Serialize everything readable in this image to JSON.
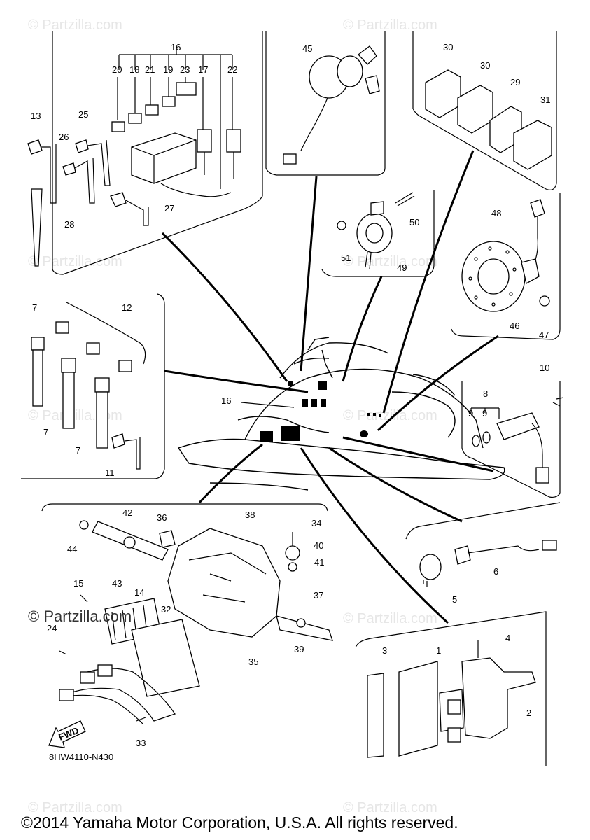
{
  "watermark": "© Partzilla.com",
  "brand_overlay": "© Partzilla.com",
  "part_code": "8HW4110-N430",
  "fwd_label": "FWD",
  "copyright": "©2014 Yamaha Motor Corporation, U.S.A. All rights reserved.",
  "callouts": {
    "c1": "1",
    "c2": "2",
    "c3": "3",
    "c4": "4",
    "c5": "5",
    "c6": "6",
    "c7": "7",
    "c8": "8",
    "c9": "9",
    "c10": "10",
    "c11": "11",
    "c12": "12",
    "c13": "13",
    "c14": "14",
    "c15": "15",
    "c16": "16",
    "c17": "17",
    "c18": "18",
    "c19": "19",
    "c20": "20",
    "c21": "21",
    "c22": "22",
    "c23": "23",
    "c25": "25",
    "c26": "26",
    "c27": "27",
    "c28": "28",
    "c29": "29",
    "c30": "30",
    "c31": "31",
    "c32": "32",
    "c33": "33",
    "c34": "34",
    "c35": "35",
    "c36": "36",
    "c37": "37",
    "c38": "38",
    "c39": "39",
    "c40": "40",
    "c41": "41",
    "c42": "42",
    "c43": "43",
    "c44": "44",
    "c45": "45",
    "c46": "46",
    "c47": "47",
    "c48": "48",
    "c49": "49",
    "c50": "50",
    "c51": "51"
  }
}
